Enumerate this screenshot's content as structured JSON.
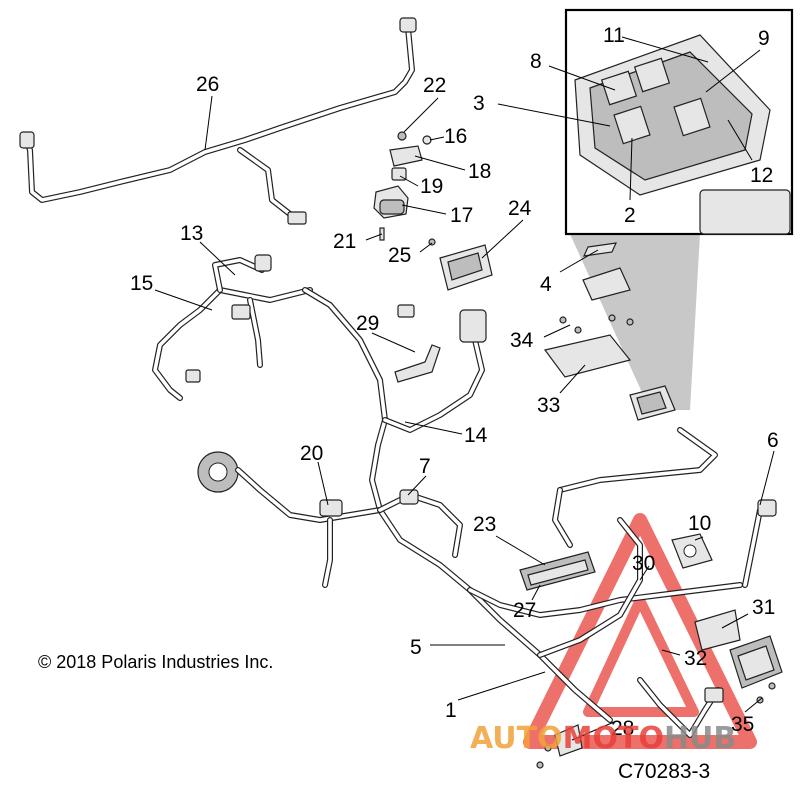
{
  "copyright": "© 2018 Polaris Industries Inc.",
  "figure_code": "C70283-3",
  "watermark": {
    "text_part1": "AUTO",
    "text_part2": "MOTO",
    "text_part3": "HUB",
    "color_orange": "#f2a23a",
    "color_red": "#e8413a",
    "color_gray": "#8a8a8a"
  },
  "callouts": [
    {
      "id": "c1",
      "label": "1"
    },
    {
      "id": "c2",
      "label": "2"
    },
    {
      "id": "c3",
      "label": "3"
    },
    {
      "id": "c4",
      "label": "4"
    },
    {
      "id": "c5",
      "label": "5"
    },
    {
      "id": "c6",
      "label": "6"
    },
    {
      "id": "c7",
      "label": "7"
    },
    {
      "id": "c8",
      "label": "8"
    },
    {
      "id": "c9",
      "label": "9"
    },
    {
      "id": "c10",
      "label": "10"
    },
    {
      "id": "c11",
      "label": "11"
    },
    {
      "id": "c12",
      "label": "12"
    },
    {
      "id": "c13",
      "label": "13"
    },
    {
      "id": "c14",
      "label": "14"
    },
    {
      "id": "c15",
      "label": "15"
    },
    {
      "id": "c16",
      "label": "16"
    },
    {
      "id": "c17",
      "label": "17"
    },
    {
      "id": "c18",
      "label": "18"
    },
    {
      "id": "c19",
      "label": "19"
    },
    {
      "id": "c20",
      "label": "20"
    },
    {
      "id": "c21",
      "label": "21"
    },
    {
      "id": "c22",
      "label": "22"
    },
    {
      "id": "c23",
      "label": "23"
    },
    {
      "id": "c24",
      "label": "24"
    },
    {
      "id": "c25",
      "label": "25"
    },
    {
      "id": "c26",
      "label": "26"
    },
    {
      "id": "c27",
      "label": "27"
    },
    {
      "id": "c28",
      "label": "28"
    },
    {
      "id": "c29",
      "label": "29"
    },
    {
      "id": "c30",
      "label": "30"
    },
    {
      "id": "c31",
      "label": "31"
    },
    {
      "id": "c32",
      "label": "32"
    },
    {
      "id": "c33",
      "label": "33"
    },
    {
      "id": "c34",
      "label": "34"
    },
    {
      "id": "c35",
      "label": "35"
    }
  ]
}
